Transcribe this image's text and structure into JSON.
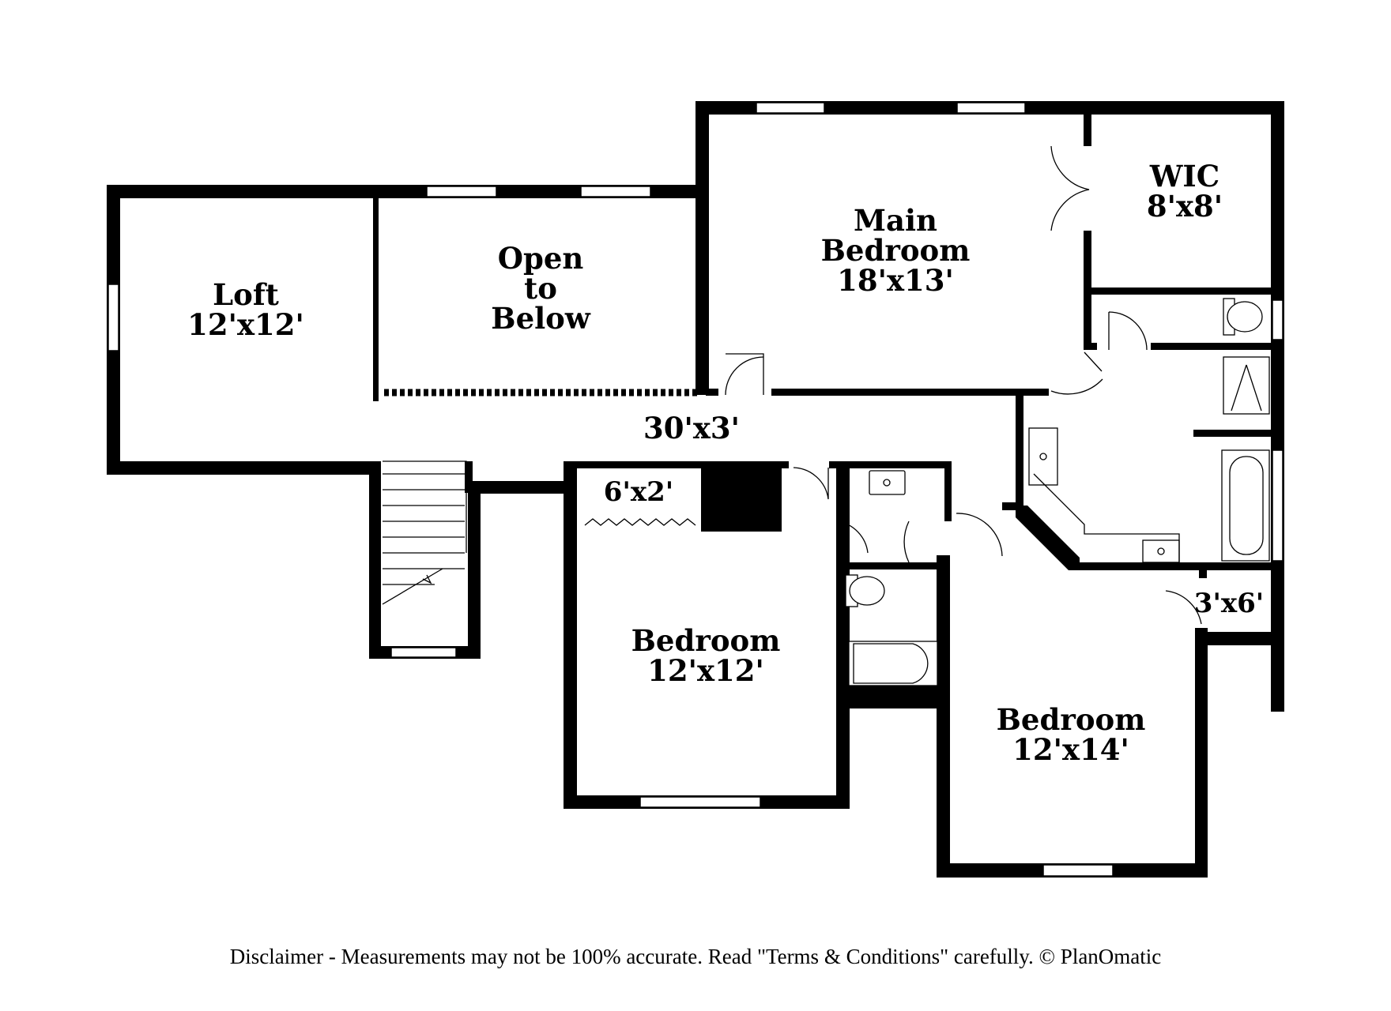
{
  "rooms": {
    "loft": {
      "name": "Loft",
      "dims": "12'x12'"
    },
    "open_to_below": {
      "line1": "Open",
      "line2": "to",
      "line3": "Below"
    },
    "main_bedroom": {
      "line1": "Main",
      "line2": "Bedroom",
      "dims": "18'x13'"
    },
    "wic": {
      "name": "WIC",
      "dims": "8'x8'"
    },
    "hall": {
      "dims": "30'x3'"
    },
    "hall_closet": {
      "dims": "6'x2'"
    },
    "bedroom_2": {
      "name": "Bedroom",
      "dims": "12'x12'"
    },
    "bedroom_3": {
      "name": "Bedroom",
      "dims": "12'x14'"
    },
    "closet_3": {
      "dims": "3'x6'"
    }
  },
  "footer": {
    "disclaimer": "Disclaimer - Measurements may not be 100% accurate. Read \"Terms & Conditions\" carefully. © PlanOmatic"
  },
  "colors": {
    "wall": "#000000",
    "background": "#ffffff"
  }
}
